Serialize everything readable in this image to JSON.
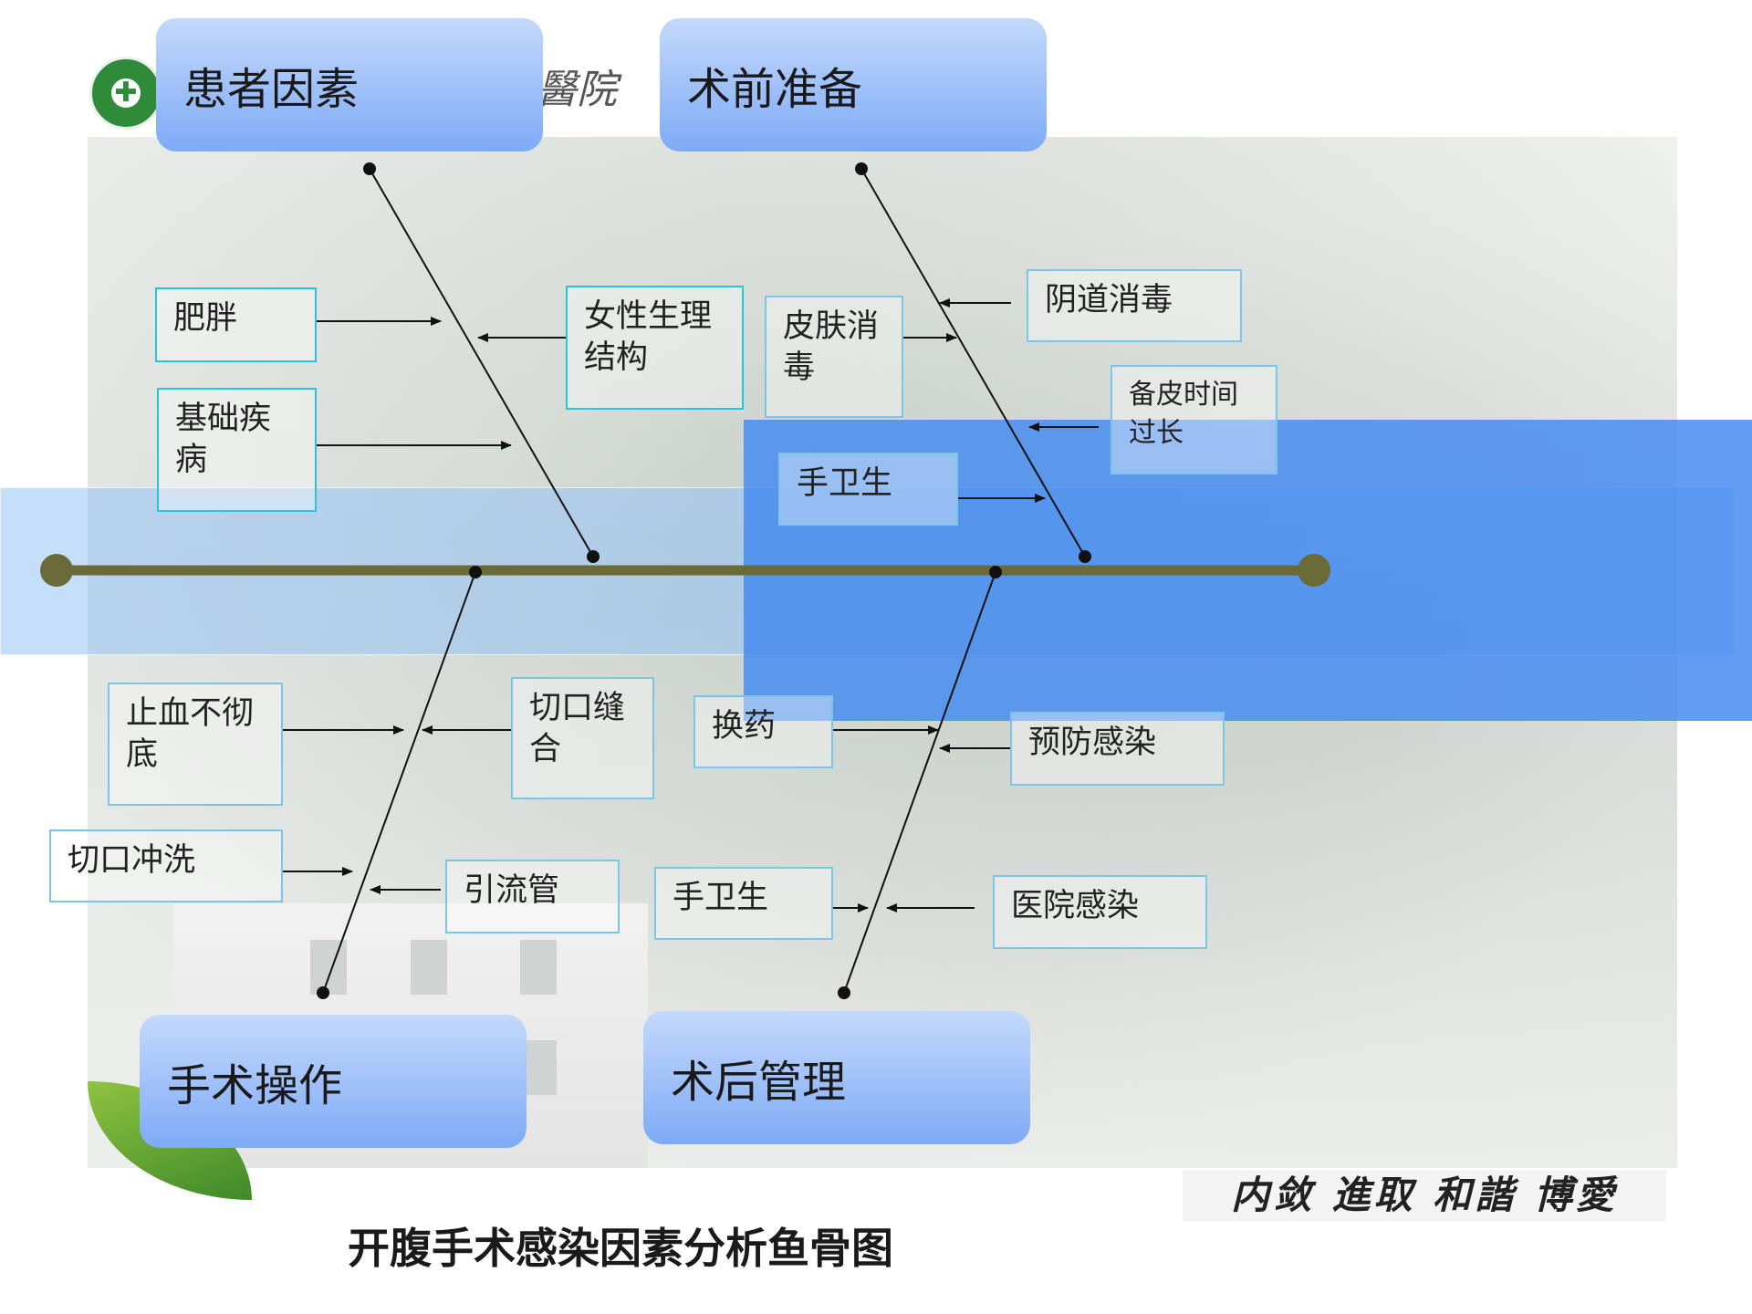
{
  "title": "开腹手术感染因素分析鱼骨图",
  "motto": "内敛 進取 和諧 博愛",
  "logo": {
    "icon": "hospital-cross-icon",
    "text": "醫院"
  },
  "categories": {
    "patient": "患者因素",
    "preop": "术前准备",
    "surgery": "手术操作",
    "postop": "术后管理"
  },
  "causes": {
    "obesity": "肥胖",
    "underlying_disease": "基础疾病",
    "female_anatomy": "女性生理结构",
    "skin_disinfection": "皮肤消毒",
    "vaginal_disinfection": "阴道消毒",
    "prep_time_long": "备皮时间过长",
    "hand_hygiene_preop": "手卫生",
    "incomplete_hemostasis": "止血不彻底",
    "incision_suture": "切口缝合",
    "incision_irrigation": "切口冲洗",
    "drainage_tube": "引流管",
    "dressing_change": "换药",
    "infection_prevention": "预防感染",
    "hand_hygiene_postop": "手卫生",
    "hospital_infection": "医院感染"
  },
  "colors": {
    "spine": "#6b6b3a",
    "band_light": "#96c3f5",
    "band_dark": "#468cf0",
    "category_top": "#c4d9fb",
    "category_bottom": "#7eaaf6",
    "cause_border": "#7cc4e8"
  }
}
